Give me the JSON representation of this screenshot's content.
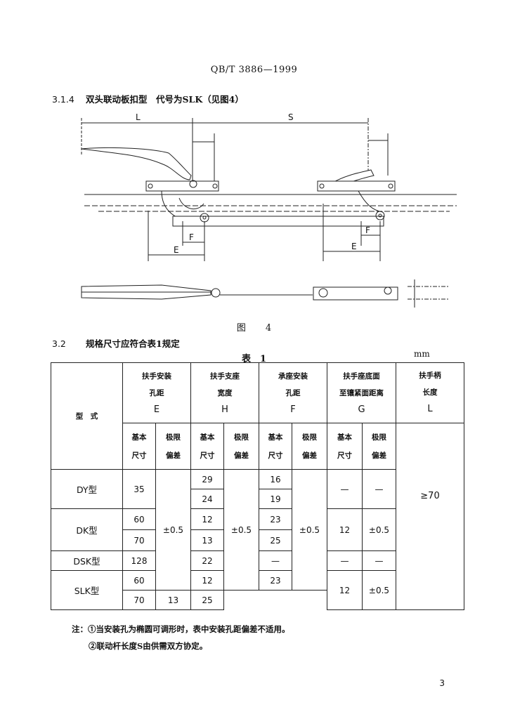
{
  "header": {
    "standard_code": "QB/T 3886—1999"
  },
  "section_314": {
    "number": "3.1.4",
    "title": "双头联动板扣型　代号为SLK（见图4）"
  },
  "figure4": {
    "dim_labels": {
      "L": "L",
      "S": "S",
      "F_left": "F",
      "E_left": "E",
      "F_right": "F",
      "E_right": "E"
    },
    "caption_left": "图",
    "caption_right": "4"
  },
  "section_32": {
    "number": "3.2",
    "title": "规格尺寸应符合表1规定"
  },
  "table1": {
    "title": "表　1",
    "unit": "mm",
    "col_headers": {
      "model": "型　式",
      "E": {
        "line1": "扶手安装",
        "line2": "孔距",
        "symbol": "E"
      },
      "H": {
        "line1": "扶手支座",
        "line2": "宽度",
        "symbol": "H"
      },
      "F": {
        "line1": "承座安装",
        "line2": "孔距",
        "symbol": "F"
      },
      "G": {
        "line1": "扶手座底面",
        "line2": "至镶紧面距离",
        "symbol": "G"
      },
      "L": {
        "line1": "扶手柄",
        "line2": "长度",
        "symbol": "L"
      }
    },
    "sub_headers": {
      "basic": "基本\n尺寸",
      "tolerance": "极限\n偏差"
    },
    "models": {
      "DY": "DY型",
      "DK": "DK型",
      "DSK": "DSK型",
      "SLK": "SLK型"
    },
    "values": {
      "DY_E": "35",
      "DY_H1": "29",
      "DY_F1": "16",
      "DY_H2": "24",
      "DY_F2": "19",
      "DY_G": "—",
      "DY_Gtol": "—",
      "DK_E1": "60",
      "DK_H1": "12",
      "DK_F1": "23",
      "DK_E2": "70",
      "DK_H2": "13",
      "DK_F2": "25",
      "DK_G": "12",
      "DK_Gtol": "±0.5",
      "DSK_E": "128",
      "DSK_H": "22",
      "DSK_F": "—",
      "DSK_G": "—",
      "DSK_Gtol": "—",
      "SLK_E1": "60",
      "SLK_H1": "12",
      "SLK_F1": "23",
      "SLK_E2": "70",
      "SLK_H2": "13",
      "SLK_F2": "25",
      "SLK_G": "12",
      "SLK_Gtol": "±0.5",
      "E_tol": "±0.5",
      "H_tol": "±0.5",
      "F_tol": "±0.5",
      "L_value": "≥70"
    }
  },
  "notes": {
    "line1": "注：①当安装孔为椭圆可调形时，表中安装孔距偏差不适用。",
    "line2": "②联动杆长度S由供需双方协定。"
  },
  "page_number": "3"
}
